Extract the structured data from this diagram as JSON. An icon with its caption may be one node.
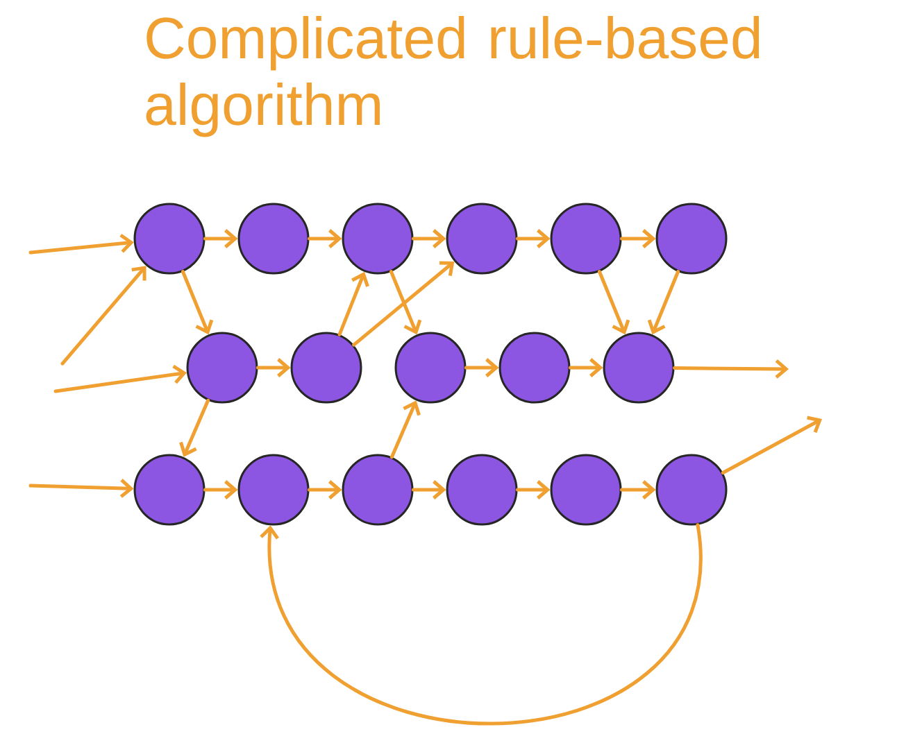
{
  "diagram": {
    "title": "Complicated rule-based algorithm",
    "nodes": [
      {
        "text": [],
        "shape": "circle"
      },
      {
        "text": [],
        "shape": "circle"
      },
      {
        "text": [],
        "shape": "circle"
      },
      {
        "text": [],
        "shape": "circle"
      },
      {
        "text": [],
        "shape": "circle"
      },
      {
        "text": [],
        "shape": "circle"
      },
      {
        "text": [],
        "shape": "circle"
      },
      {
        "text": [],
        "shape": "circle"
      },
      {
        "text": [],
        "shape": "circle"
      },
      {
        "text": [],
        "shape": "circle"
      },
      {
        "text": [],
        "shape": "circle"
      },
      {
        "text": [],
        "shape": "circle"
      },
      {
        "text": [],
        "shape": "circle"
      },
      {
        "text": [],
        "shape": "circle"
      },
      {
        "text": [],
        "shape": "circle"
      },
      {
        "text": [],
        "shape": "circle"
      },
      {
        "text": [],
        "shape": "circle"
      }
    ],
    "edges": [
      {
        "from": null,
        "to": 0,
        "arrow": "to"
      },
      {
        "from": null,
        "to": 0,
        "arrow": "to"
      },
      {
        "from": null,
        "to": 6,
        "arrow": "to"
      },
      {
        "from": null,
        "to": 11,
        "arrow": "to"
      },
      {
        "from": 0,
        "to": 1,
        "arrow": "to"
      },
      {
        "from": 1,
        "to": 2,
        "arrow": "to"
      },
      {
        "from": 2,
        "to": 3,
        "arrow": "to"
      },
      {
        "from": 3,
        "to": 4,
        "arrow": "to"
      },
      {
        "from": 4,
        "to": 5,
        "arrow": "to"
      },
      {
        "from": 0,
        "to": 6,
        "arrow": "to"
      },
      {
        "from": 6,
        "to": 7,
        "arrow": "to"
      },
      {
        "from": 7,
        "to": 2,
        "arrow": "to"
      },
      {
        "from": 7,
        "to": 3,
        "arrow": "to"
      },
      {
        "from": 2,
        "to": 8,
        "arrow": "to"
      },
      {
        "from": 8,
        "to": 9,
        "arrow": "to"
      },
      {
        "from": 9,
        "to": 10,
        "arrow": "to"
      },
      {
        "from": 4,
        "to": 10,
        "arrow": "to"
      },
      {
        "from": 5,
        "to": 10,
        "arrow": "to"
      },
      {
        "from": 10,
        "to": null,
        "arrow": "to"
      },
      {
        "from": 6,
        "to": 11,
        "arrow": "to"
      },
      {
        "from": 13,
        "to": 8,
        "arrow": "to"
      },
      {
        "from": 11,
        "to": 12,
        "arrow": "to"
      },
      {
        "from": 12,
        "to": 13,
        "arrow": "to"
      },
      {
        "from": 13,
        "to": 14,
        "arrow": "to"
      },
      {
        "from": 14,
        "to": 15,
        "arrow": "to"
      },
      {
        "from": 15,
        "to": 16,
        "arrow": "to"
      },
      {
        "from": 16,
        "to": 12,
        "arrow": "to"
      },
      {
        "from": 16,
        "to": null,
        "arrow": "to"
      }
    ]
  }
}
